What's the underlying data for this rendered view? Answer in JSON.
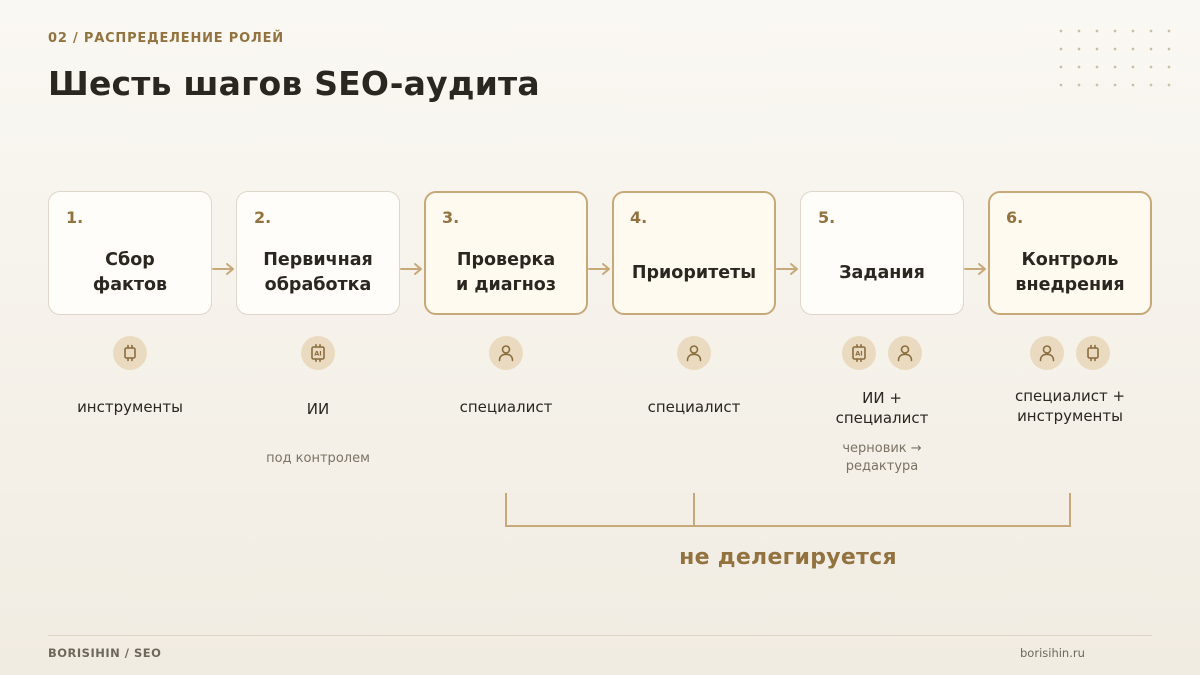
{
  "header": {
    "kicker": "02 / РАСПРЕДЕЛЕНИЕ РОЛЕЙ",
    "title": "Шесть шагов SEO-аудита"
  },
  "steps": [
    {
      "number": "1.",
      "title": "Сбор\nфактов",
      "highlighted": false,
      "icons": [
        "chip-icon"
      ],
      "role": "инструменты",
      "note": ""
    },
    {
      "number": "2.",
      "title": "Первичная\nобработка",
      "highlighted": false,
      "icons": [
        "ai-chip-icon"
      ],
      "role": "ИИ",
      "note": "под контролем"
    },
    {
      "number": "3.",
      "title": "Проверка\nи диагноз",
      "highlighted": true,
      "icons": [
        "person-icon"
      ],
      "role": "специалист",
      "note": ""
    },
    {
      "number": "4.",
      "title": "Приоритеты",
      "highlighted": true,
      "icons": [
        "person-icon"
      ],
      "role": "специалист",
      "note": ""
    },
    {
      "number": "5.",
      "title": "Задания",
      "highlighted": false,
      "icons": [
        "ai-chip-icon",
        "person-icon"
      ],
      "role": "ИИ +\nспециалист",
      "note": "черновик →\nредактура"
    },
    {
      "number": "6.",
      "title": "Контроль\nвнедрения",
      "highlighted": true,
      "icons": [
        "person-icon",
        "chip-icon"
      ],
      "role": "специалист +\nинструменты",
      "note": ""
    }
  ],
  "icon_glyphs": {
    "ai-chip-icon": "AI"
  },
  "bracket": {
    "label": "не делегируется",
    "spans_steps": [
      3,
      4,
      5,
      6
    ]
  },
  "footer": {
    "left": "BORISIHIN / SEO",
    "right": "borisihin.ru"
  },
  "colors": {
    "accent": "#92733f",
    "accent_light": "#c7a878",
    "icon_bg": "#eadbc0",
    "text": "#2a2620",
    "muted": "#7a7265"
  }
}
